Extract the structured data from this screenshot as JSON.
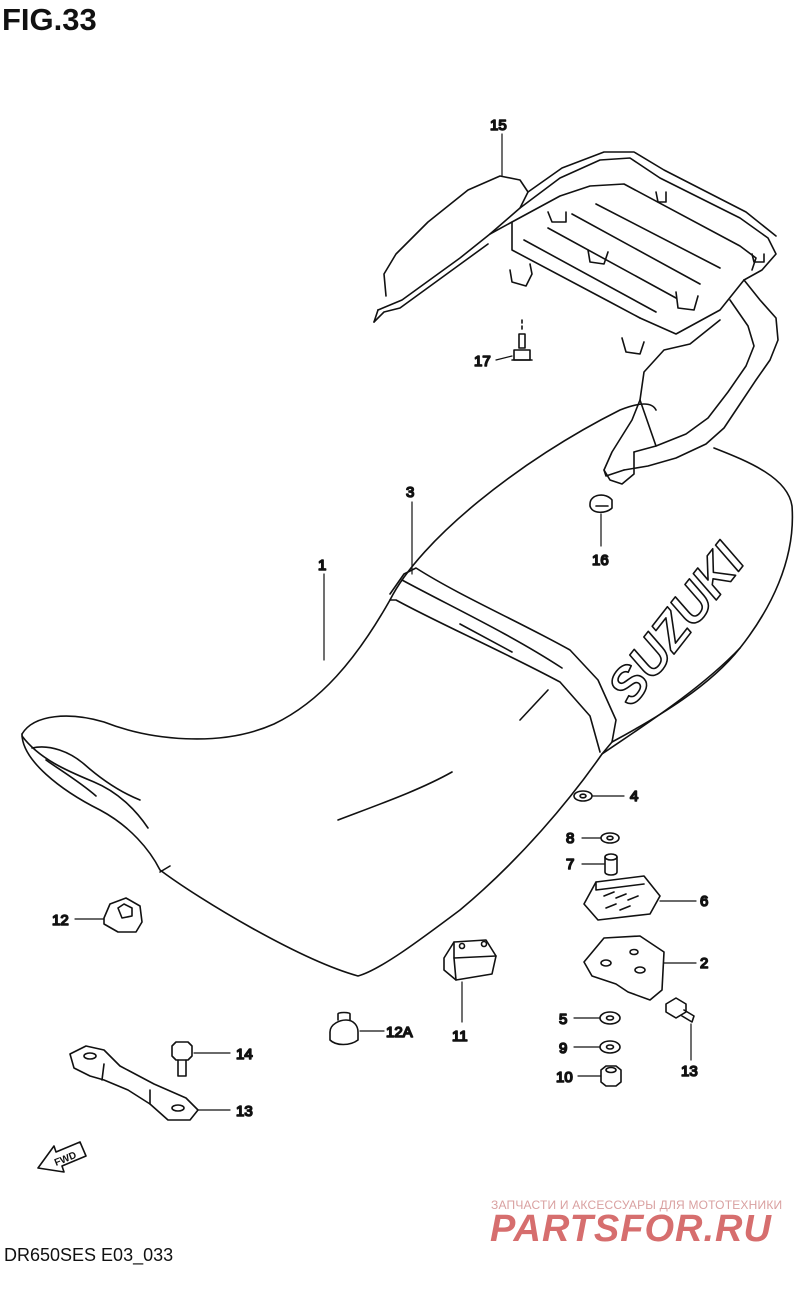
{
  "figure_title": "FIG.33",
  "model_code": "DR650SES E03_033",
  "brand_on_seat": "SUZUKI",
  "direction_marker": "FWD",
  "watermark": {
    "tagline": "ЗАПЧАСТИ И АКСЕССУАРЫ ДЛЯ МОТОТЕХНИКИ",
    "site": "PARTSFOR.RU"
  },
  "callouts": [
    {
      "id": "callout-15",
      "label": "15",
      "part": "rear carrier"
    },
    {
      "id": "callout-17",
      "label": "17",
      "part": "carrier bolt"
    },
    {
      "id": "callout-3",
      "label": "3",
      "part": "seat band"
    },
    {
      "id": "callout-1",
      "label": "1",
      "part": "seat assembly"
    },
    {
      "id": "callout-16",
      "label": "16",
      "part": "cushion"
    },
    {
      "id": "callout-4",
      "label": "4",
      "part": "washer"
    },
    {
      "id": "callout-8",
      "label": "8",
      "part": "washer"
    },
    {
      "id": "callout-7",
      "label": "7",
      "part": "spacer"
    },
    {
      "id": "callout-6",
      "label": "6",
      "part": "cushion"
    },
    {
      "id": "callout-2",
      "label": "2",
      "part": "bracket"
    },
    {
      "id": "callout-12",
      "label": "12",
      "part": "cushion"
    },
    {
      "id": "callout-11",
      "label": "11",
      "part": "cushion"
    },
    {
      "id": "callout-12A",
      "label": "12A",
      "part": "cushion"
    },
    {
      "id": "callout-5",
      "label": "5",
      "part": "washer"
    },
    {
      "id": "callout-13r",
      "label": "13",
      "part": "bolt"
    },
    {
      "id": "callout-9",
      "label": "9",
      "part": "washer"
    },
    {
      "id": "callout-10",
      "label": "10",
      "part": "nut"
    },
    {
      "id": "callout-14",
      "label": "14",
      "part": "bolt"
    },
    {
      "id": "callout-13l",
      "label": "13",
      "part": "bracket"
    }
  ],
  "colors": {
    "line": "#111111",
    "watermark": "#d66e6e"
  }
}
